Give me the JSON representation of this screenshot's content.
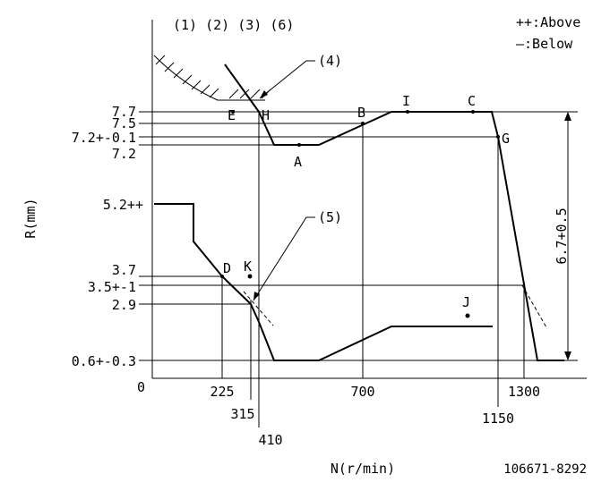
{
  "legend": {
    "above": "++:Above",
    "below": "—:Below"
  },
  "top_labels": {
    "group": "(1) (2) (3) (6)",
    "item4": "(4)",
    "item5": "(5)"
  },
  "axes": {
    "y_label": "R(mm)",
    "x_label": "N(r/min)",
    "origin": "0"
  },
  "y_ticks": [
    "7.7",
    "7.5",
    "7.2+-0.1",
    "7.2",
    "5.2++",
    "3.7",
    "3.5+-1",
    "2.9",
    "0.6+-0.3"
  ],
  "x_ticks": [
    "225",
    "315",
    "410",
    "700",
    "1150",
    "1300"
  ],
  "points": {
    "A": "A",
    "B": "B",
    "C": "C",
    "D": "D",
    "E": "E",
    "G": "G",
    "H": "H",
    "I": "I",
    "J": "J",
    "K": "K"
  },
  "dimension": "6.7+0.5",
  "part_number": "106671-8292"
}
